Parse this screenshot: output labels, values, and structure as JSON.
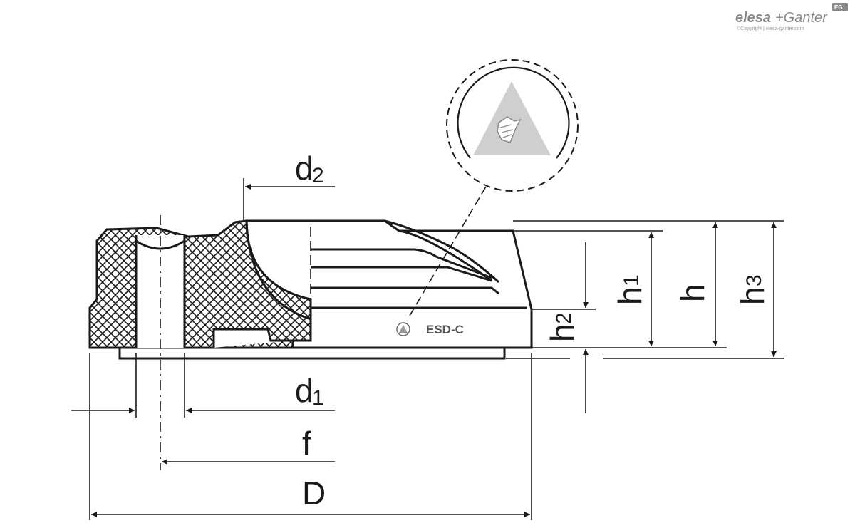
{
  "brand": {
    "name_part1": "elesa",
    "name_part2": "+Ganter",
    "badge": "EG",
    "copyright": "©Copyright | elesa-ganter.com"
  },
  "dimensions": {
    "d2": {
      "main": "d",
      "sub": "2"
    },
    "d1": {
      "main": "d",
      "sub": "1"
    },
    "f": "f",
    "D": "D",
    "h": "h",
    "h1": {
      "main": "h",
      "sub": "1"
    },
    "h2": {
      "main": "h",
      "sub": "2"
    },
    "h3": {
      "main": "h",
      "sub": "3"
    }
  },
  "marking": "ESD-C",
  "colors": {
    "line": "#1a1a1a",
    "hatch": "#1a1a1a",
    "esd_symbol": "#cccccc",
    "brand": "#8a8a8a"
  }
}
